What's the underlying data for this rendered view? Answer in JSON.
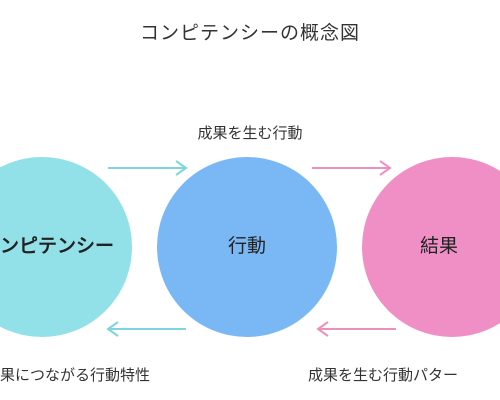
{
  "title": "コンピテンシーの概念図",
  "circles": [
    {
      "label": "ンピテンシー",
      "color": "#92e0e8"
    },
    {
      "label": "行動",
      "color": "#7ab8f5"
    },
    {
      "label": "結果",
      "color": "#ef8fc6"
    }
  ],
  "top_label": "成果を生む行動",
  "bottom_left_label": "果につながる行動特性",
  "bottom_right_label": "成果を生む行動パター",
  "arrow_colors": {
    "teal": "#7fd5de",
    "pink": "#ee8fbf"
  }
}
